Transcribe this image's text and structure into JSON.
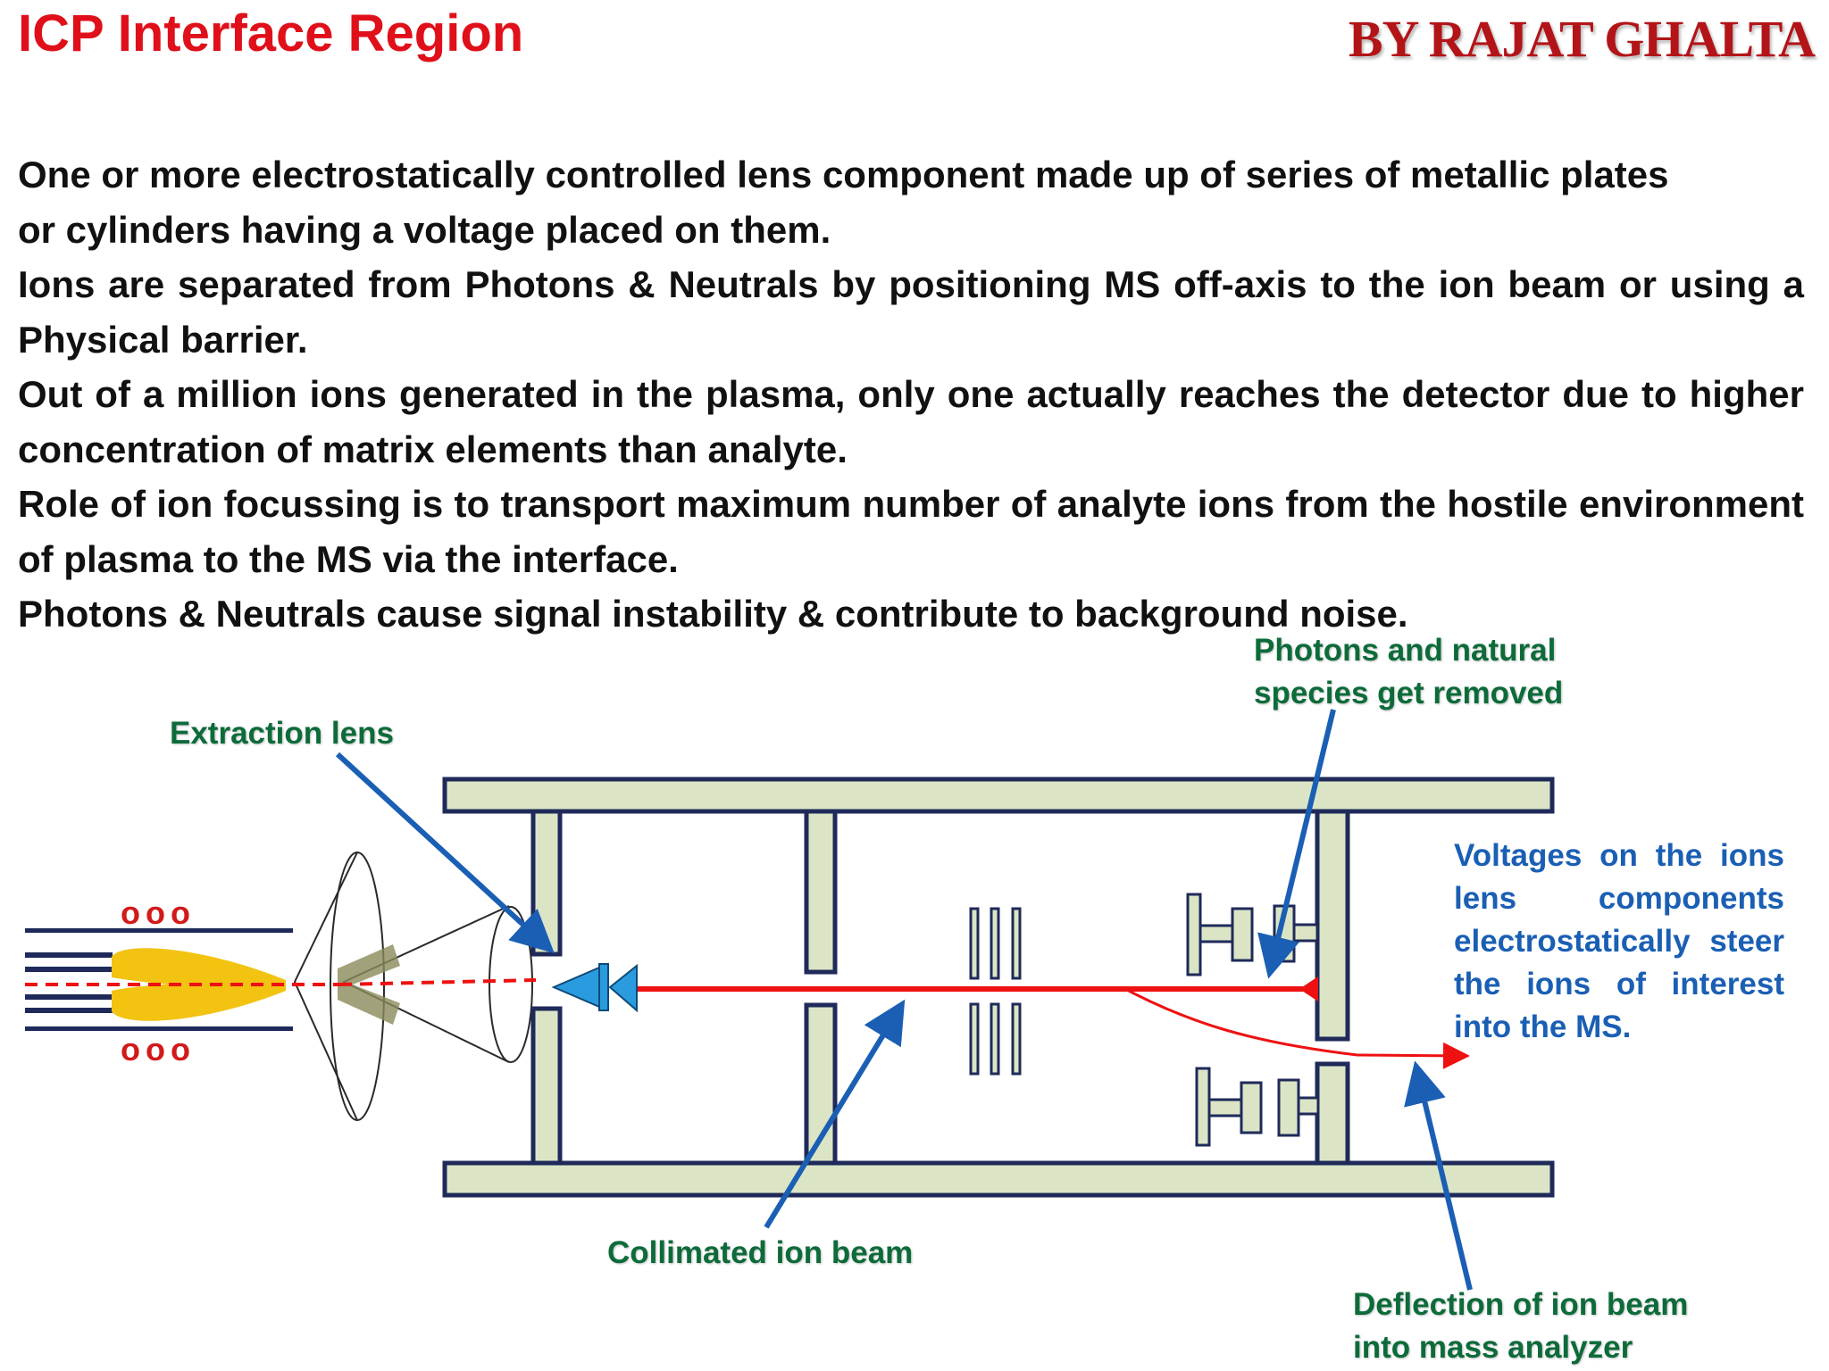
{
  "slide": {
    "title": "ICP Interface Region",
    "author": "BY RAJAT GHALTA"
  },
  "paragraphs": [
    "One or more electrostatically controlled lens component made up of series of metallic plates or cylinders having a voltage placed on them.",
    " Ions are separated from Photons & Neutrals by positioning MS off-axis to the ion beam or using a Physical barrier.",
    "Out of a million ions generated in the plasma, only one actually reaches the detector due to higher concentration of matrix elements than analyte.",
    "Role of ion focussing is to transport maximum number of analyte ions from the hostile environment of plasma to the MS via the interface.",
    "Photons & Neutrals cause signal instability & contribute to background noise."
  ],
  "diagram": {
    "labels": {
      "extraction_lens": "Extraction lens",
      "photons_removed_line1": "Photons and natural",
      "photons_removed_line2": "species get removed",
      "voltages": "Voltages on the ions lens components electrostatically steer the ions of interest into the MS.",
      "collimated_beam": "Collimated ion beam",
      "deflection_line1": "Deflection of ion beam",
      "deflection_line2": "into mass analyzer"
    },
    "coil_marks": {
      "top": "ooo",
      "bottom": "ooo"
    },
    "colors": {
      "tube_fill": "#dbe5c6",
      "tube_stroke": "#1f2a5a",
      "beam": "#ee1111",
      "lens_blue": "#2b9be0",
      "arrow_blue": "#1a5fb4",
      "label_green": "#0d6b3a",
      "flame": "#f2c311"
    }
  }
}
